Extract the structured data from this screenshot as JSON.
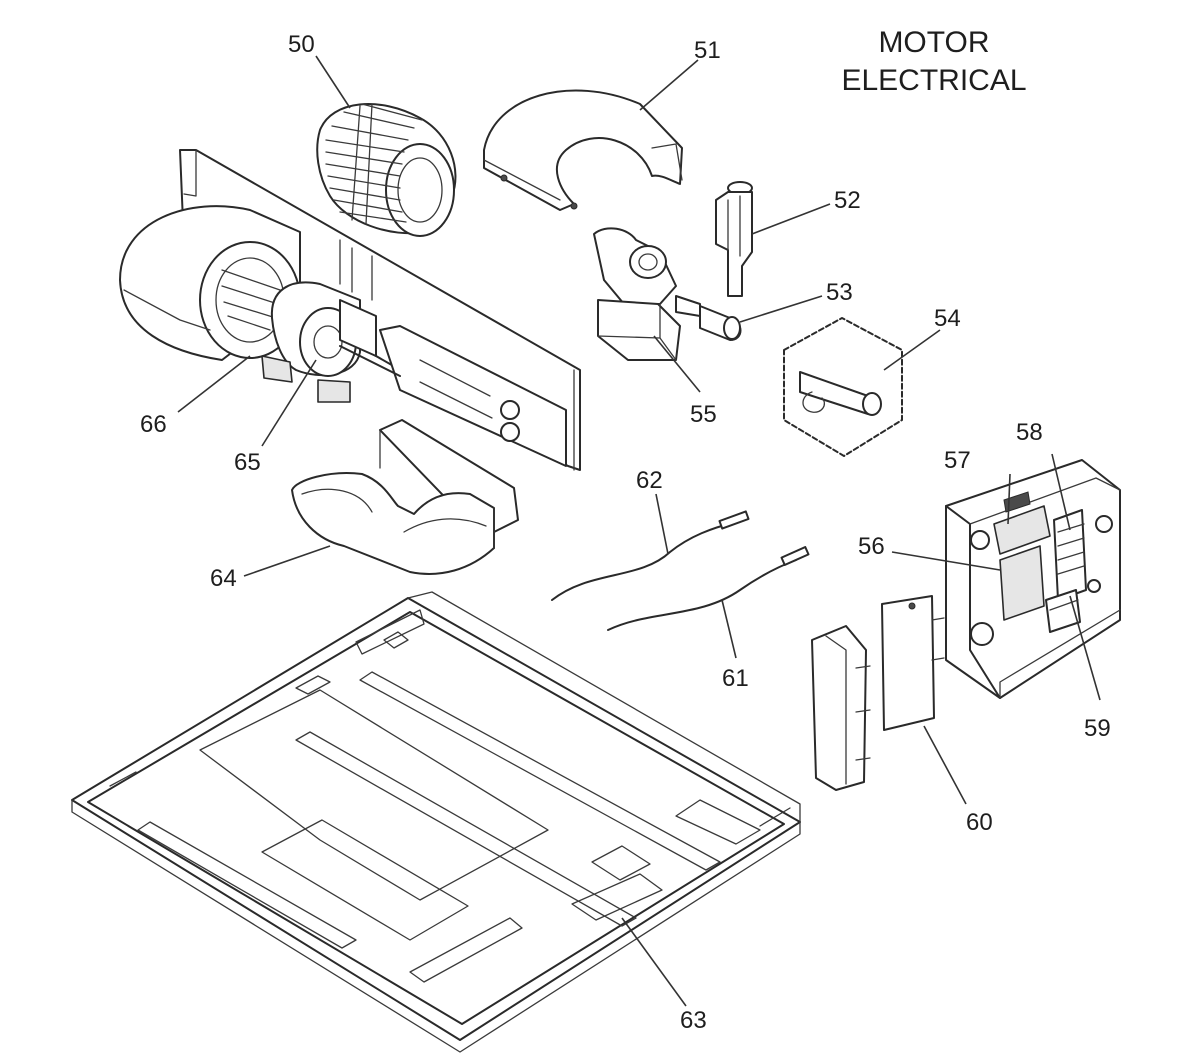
{
  "title": {
    "line1": "MOTOR",
    "line2": "ELECTRICAL"
  },
  "part_numbers": {
    "p50": "50",
    "p51": "51",
    "p52": "52",
    "p53": "53",
    "p54": "54",
    "p55": "55",
    "p56": "56",
    "p57": "57",
    "p58": "58",
    "p59": "59",
    "p60": "60",
    "p61": "61",
    "p62": "62",
    "p63": "63",
    "p64": "64",
    "p65": "65",
    "p66": "66"
  }
}
